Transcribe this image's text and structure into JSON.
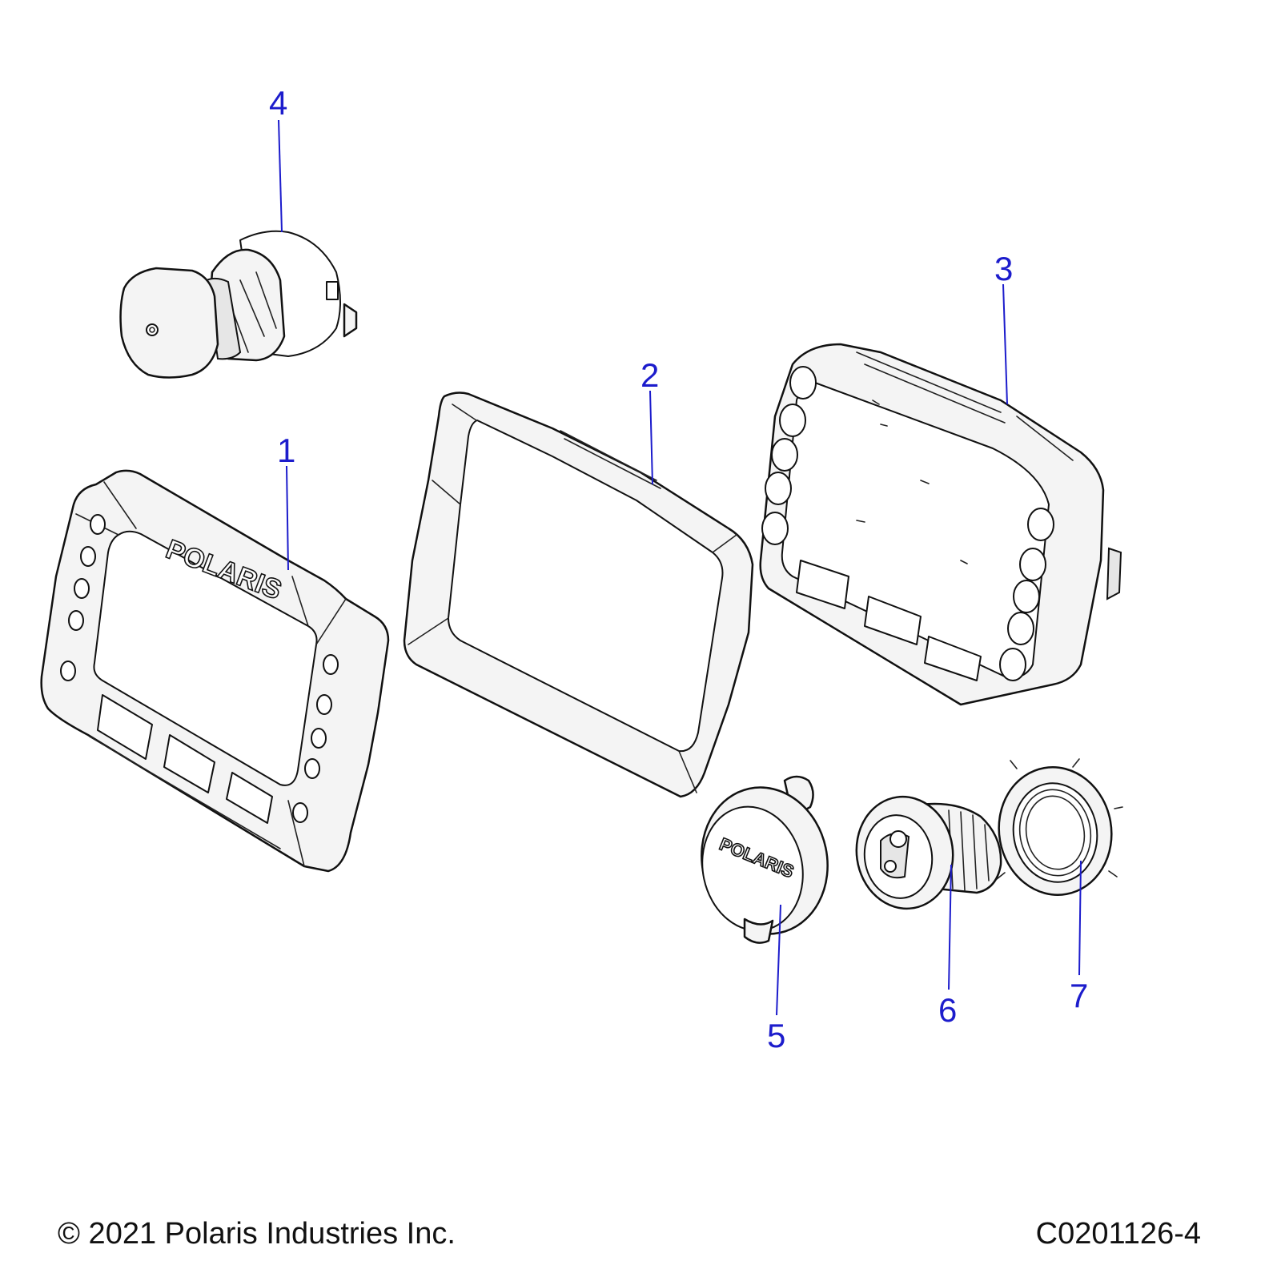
{
  "callouts": [
    {
      "id": "1",
      "label": "1"
    },
    {
      "id": "2",
      "label": "2"
    },
    {
      "id": "3",
      "label": "3"
    },
    {
      "id": "4",
      "label": "4"
    },
    {
      "id": "5",
      "label": "5"
    },
    {
      "id": "6",
      "label": "6"
    },
    {
      "id": "7",
      "label": "7"
    }
  ],
  "logos": {
    "bezel": "POLARIS",
    "cap": "POLARIS"
  },
  "footer": {
    "copyright": "© 2021 Polaris Industries Inc.",
    "drawing_number": "C0201126-4"
  },
  "colors": {
    "callout": "#1c1ccc",
    "leader": "#1c1ccc",
    "line_art": "#111111"
  }
}
